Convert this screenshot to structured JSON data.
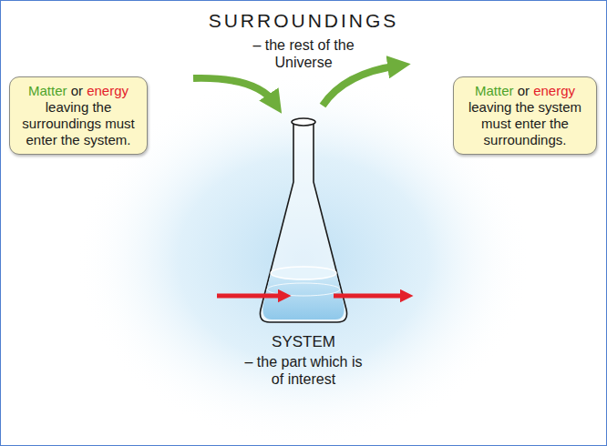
{
  "diagram": {
    "nodes": [
      {
        "text": [
          "Matter",
          "or",
          "energy",
          "leaving the surroundings must enter the system."
        ]
      },
      {
        "text": [
          "Matter",
          "or",
          "energy",
          "leaving the system must enter the surroundings."
        ]
      }
    ],
    "labels": [
      "SURROUNDINGS",
      "– the rest of the Universe",
      "SYSTEM",
      "– the part which is of interest"
    ]
  }
}
